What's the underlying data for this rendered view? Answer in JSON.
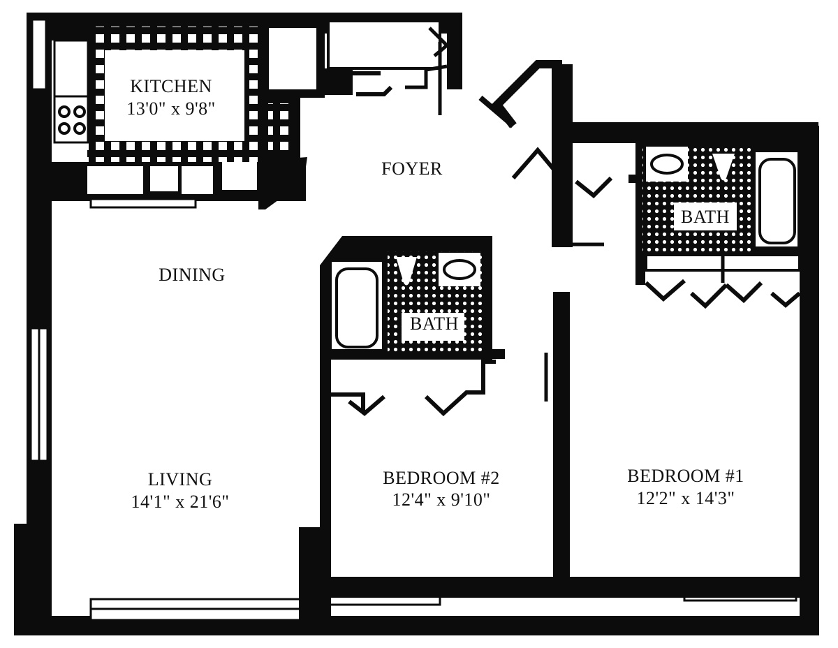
{
  "rooms": {
    "kitchen": {
      "name": "KITCHEN",
      "dims": "13'0\" x 9'8\""
    },
    "foyer": {
      "name": "FOYER"
    },
    "dining": {
      "name": "DINING"
    },
    "living": {
      "name": "LIVING",
      "dims": "14'1\" x 21'6\""
    },
    "bath_1": {
      "name": "BATH"
    },
    "bath_2": {
      "name": "BATH"
    },
    "bedroom_2": {
      "name": "BEDROOM #2",
      "dims": "12'4\" x 9'10\""
    },
    "bedroom_1": {
      "name": "BEDROOM #1",
      "dims": "12'2\" x 14'3\""
    }
  },
  "colors": {
    "ink": "#0c0c0c",
    "paper": "#ffffff"
  }
}
